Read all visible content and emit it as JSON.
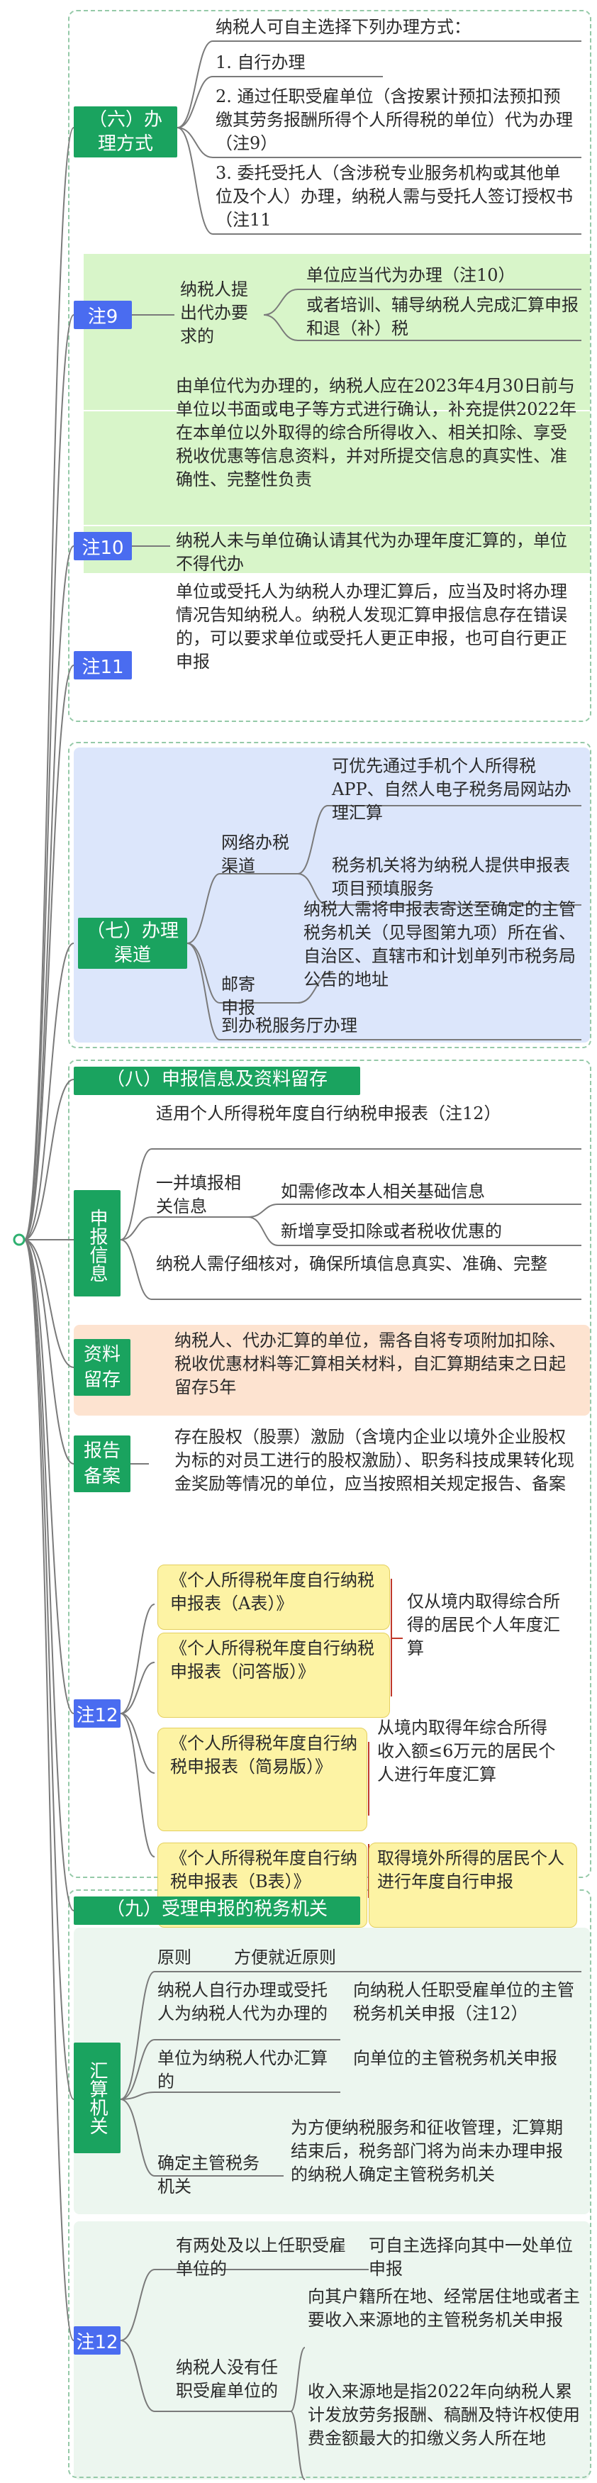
{
  "colors": {
    "green": "#1aa35f",
    "blue": "#4a6cf0",
    "light_green": "#d8f5c9",
    "light_blue": "#dce6fb",
    "peach": "#fde3d0",
    "yellow": "#fdf3a4",
    "panel_bg": "#ecf6ef"
  },
  "s6": {
    "title": "（六）办理方式",
    "intro": "纳税人可自主选择下列办理方式：",
    "opt1": "1. 自行办理",
    "opt2": "2. 通过任职受雇单位（含按累计预扣法预扣预缴其劳务报酬所得个人所得税的单位）代为办理（注9）",
    "opt3": "3. 委托受托人（含涉税专业服务机构或其他单位及个人）办理，纳税人需与受托人签订授权书（注11"
  },
  "note9": {
    "label": "注9",
    "req": "纳税人提出代办要求的",
    "a": "单位应当代为办理（注10）",
    "b": "或者培训、辅导纳税人完成汇算申报和退（补）税"
  },
  "note10": {
    "label": "注10",
    "p1": "由单位代为办理的，纳税人应在2023年4月30日前与单位以书面或电子等方式进行确认，补充提供2022年在本单位以外取得的综合所得收入、相关扣除、享受税收优惠等信息资料，并对所提交信息的真实性、准确性、完整性负责",
    "p2": "纳税人未与单位确认请其代为办理年度汇算的，单位不得代办"
  },
  "note11": {
    "label": "注11",
    "text": "单位或受托人为纳税人办理汇算后，应当及时将办理情况告知纳税人。纳税人发现汇算申报信息存在错误的，可以要求单位或受托人更正申报，也可自行更正申报"
  },
  "s7": {
    "title": "（七）办理渠道",
    "net": "网络办税渠道",
    "net_a": "可优先通过手机个人所得税APP、自然人电子税务局网站办理汇算",
    "net_b": "税务机关将为纳税人提供申报表项目预填服务",
    "mail": "邮寄申报",
    "mail_a": "纳税人需将申报表寄送至确定的主管税务机关（见导图第九项）所在省、自治区、直辖市和计划单列市税务局公告的地址",
    "hall": "到办税服务厅办理"
  },
  "s8": {
    "title": "（八）申报信息及资料留存",
    "decl": "申报信息",
    "decl_a": "适用个人所得税年度自行纳税申报表（注12）",
    "decl_b": "一并填报相关信息",
    "decl_b1": "如需修改本人相关基础信息",
    "decl_b2": "新增享受扣除或者税收优惠的",
    "decl_c": "纳税人需仔细核对，确保所填信息真实、准确、完整",
    "keep": "资料留存",
    "keep_a": "纳税人、代办汇算的单位，需各自将专项附加扣除、税收优惠材料等汇算相关材料，自汇算期结束之日起留存5年",
    "report": "报告备案",
    "report_a": "存在股权（股票）激励（含境内企业以境外企业股权为标的对员工进行的股权激励）、职务科技成果转化现金奖励等情况的单位，应当按照相关规定报告、备案"
  },
  "note12a": {
    "label": "注12",
    "f1": "《个人所得税年度自行纳税申报表（A表）》",
    "f2": "《个人所得税年度自行纳税申报表（问答版）》",
    "f12": "仅从境内取得综合所得的居民个人年度汇算",
    "f3": "《个人所得税年度自行纳税申报表（简易版）》",
    "f3d": "从境内取得年综合所得收入额≤6万元的居民个人进行年度汇算",
    "f4": "《个人所得税年度自行纳税申报表（B表）》",
    "f4d": "取得境外所得的居民个人进行年度自行申报"
  },
  "s9": {
    "title": "（九）受理申报的税务机关",
    "auth": "汇算机关",
    "principle": "原则",
    "principle_v": "方便就近原则",
    "r1": "纳税人自行办理或受托人为纳税人代为办理的",
    "r1v": "向纳税人任职受雇单位的主管税务机关申报（注12）",
    "r2": "单位为纳税人代办汇算的",
    "r2v": "向单位的主管税务机关申报",
    "r3": "确定主管税务机关",
    "r3v": "为方便纳税服务和征收管理，汇算期结束后，税务部门将为尚未办理申报的纳税人确定主管税务机关"
  },
  "note12b": {
    "label": "注12",
    "a": "有两处及以上任职受雇单位的",
    "av": "可自主选择向其中一处单位申报",
    "b": "纳税人没有任职受雇单位的",
    "b1": "向其户籍所在地、经常居住地或者主要收入来源地的主管税务机关申报",
    "b2": "收入来源地是指2022年向纳税人累计发放劳务报酬、稿酬及特许权使用费金额最大的扣缴义务人所在地"
  }
}
